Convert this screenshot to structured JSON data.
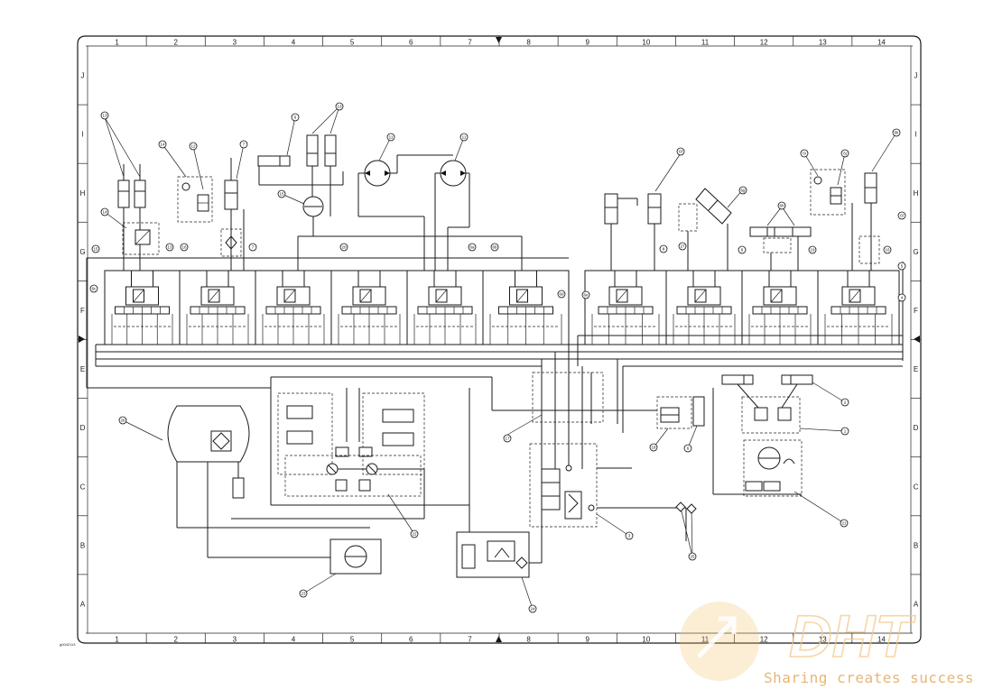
{
  "schematic": {
    "figure_id": "g0042113",
    "grid": {
      "columns": [
        "1",
        "2",
        "3",
        "4",
        "5",
        "6",
        "7",
        "8",
        "9",
        "10",
        "11",
        "12",
        "13",
        "14"
      ],
      "rows": [
        "J",
        "I",
        "H",
        "G",
        "F",
        "E",
        "D",
        "C",
        "B",
        "A"
      ]
    },
    "callouts": [
      "13",
      "14",
      "12",
      "7",
      "6",
      "13",
      "11",
      "11",
      "15",
      "14",
      "15",
      "13",
      "16",
      "7",
      "20",
      "6a",
      "6b",
      "6c",
      "6d",
      "6e",
      "6f",
      "6g",
      "6h",
      "6i",
      "6j",
      "6k",
      "6l",
      "8",
      "9",
      "19",
      "16",
      "5",
      "4",
      "17",
      "18",
      "6",
      "3",
      "2",
      "1",
      "21",
      "22",
      "23",
      "24",
      "25",
      "26",
      "27"
    ]
  },
  "watermark": {
    "brand": "DHT",
    "tagline": "Sharing creates success",
    "accent_color": "#f2b25a"
  }
}
